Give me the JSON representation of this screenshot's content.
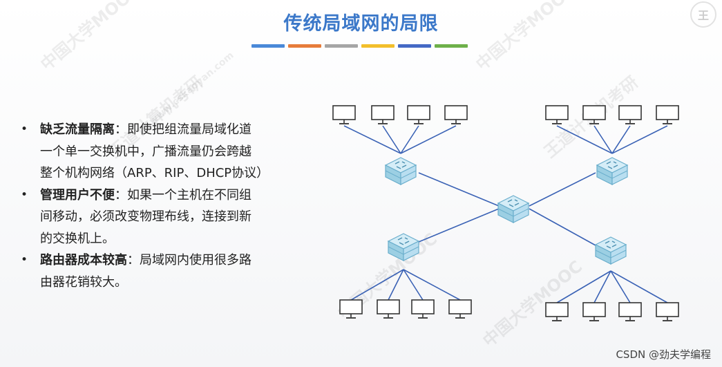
{
  "header": {
    "title": "传统局域网的局限"
  },
  "colors": {
    "bar": [
      "#4a89d8",
      "#e77c3a",
      "#a6a6a6",
      "#f2bf2b",
      "#4469c5",
      "#6eb04a"
    ],
    "link": "#3a62b5",
    "router": "#aad7e8"
  },
  "bullets": [
    {
      "label": "缺乏流量隔离",
      "line1": "：即使把组流量局域化道",
      "line2": "一个单一交换机中，广播流量仍会跨越",
      "line3": "整个机构网络（ARP、RIP、DHCP协议）"
    },
    {
      "label": "管理用户不便",
      "line1": "：如果一个主机在不同组",
      "line2": "间移动，必须改变物理布线，连接到新",
      "line3": "的交换机上。"
    },
    {
      "label": "路由器成本较高",
      "line1": "：局域网内使用很多路",
      "line2": "由器花销较大。"
    }
  ],
  "bullet_symbol": "•",
  "watermarks": {
    "cn": "中国大学MOOC",
    "brand": "王道计算机考研",
    "url": "www.cskaoyan.com"
  },
  "logo_glyph": "王",
  "footer": {
    "credit": "CSDN @劲夫学编程"
  },
  "icons": {
    "host": "monitor-icon",
    "switch": "router-icon"
  }
}
